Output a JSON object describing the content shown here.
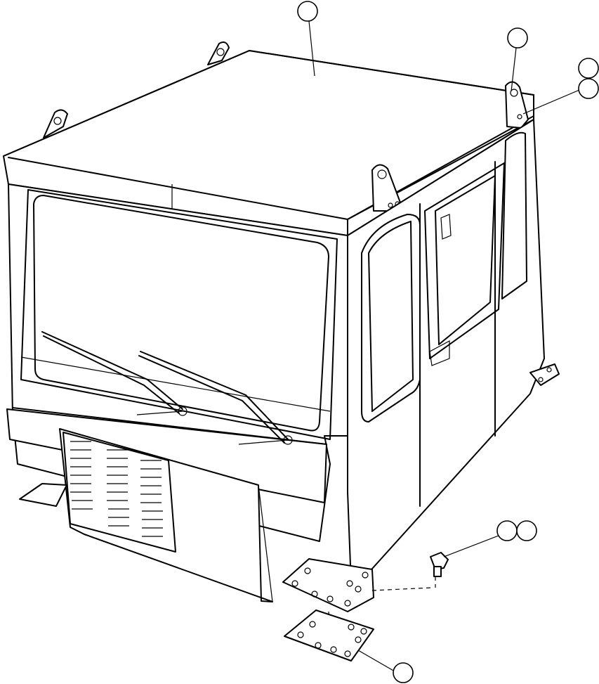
{
  "figure": {
    "callouts": [
      {
        "id": "roof",
        "label": ""
      },
      {
        "id": "lift-eye",
        "label": ""
      },
      {
        "id": "pin-a",
        "label": ""
      },
      {
        "id": "pin-b",
        "label": ""
      },
      {
        "id": "bolt-a",
        "label": ""
      },
      {
        "id": "bolt-b",
        "label": ""
      },
      {
        "id": "mount-plate",
        "label": ""
      }
    ],
    "colors": {
      "line": "#000000",
      "background": "#ffffff"
    }
  }
}
